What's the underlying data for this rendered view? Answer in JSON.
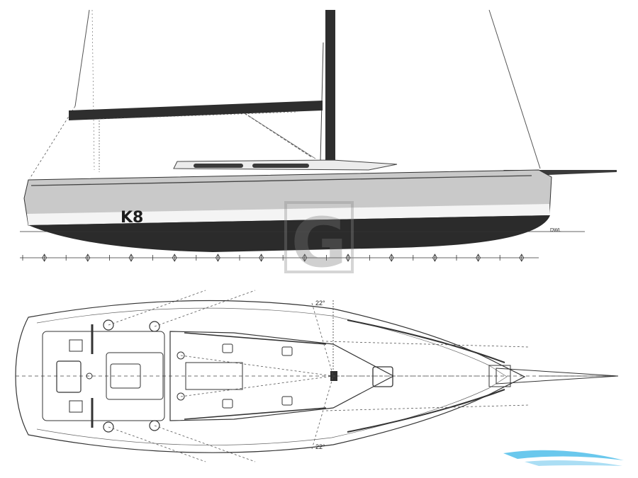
{
  "profile": {
    "hull_name": "K8",
    "waterline_label": "DWL"
  },
  "deck_plan": {
    "angle_label_top": "22°",
    "angle_label_bottom": "22°"
  },
  "watermark": {
    "logo_letter": "G"
  },
  "colors": {
    "hull_topsides": "#c9c9c9",
    "hull_bottom": "#2b2b2b",
    "spars": "#2e2e2e",
    "line": "#333333",
    "watermark_blue": "#39b6e8"
  }
}
